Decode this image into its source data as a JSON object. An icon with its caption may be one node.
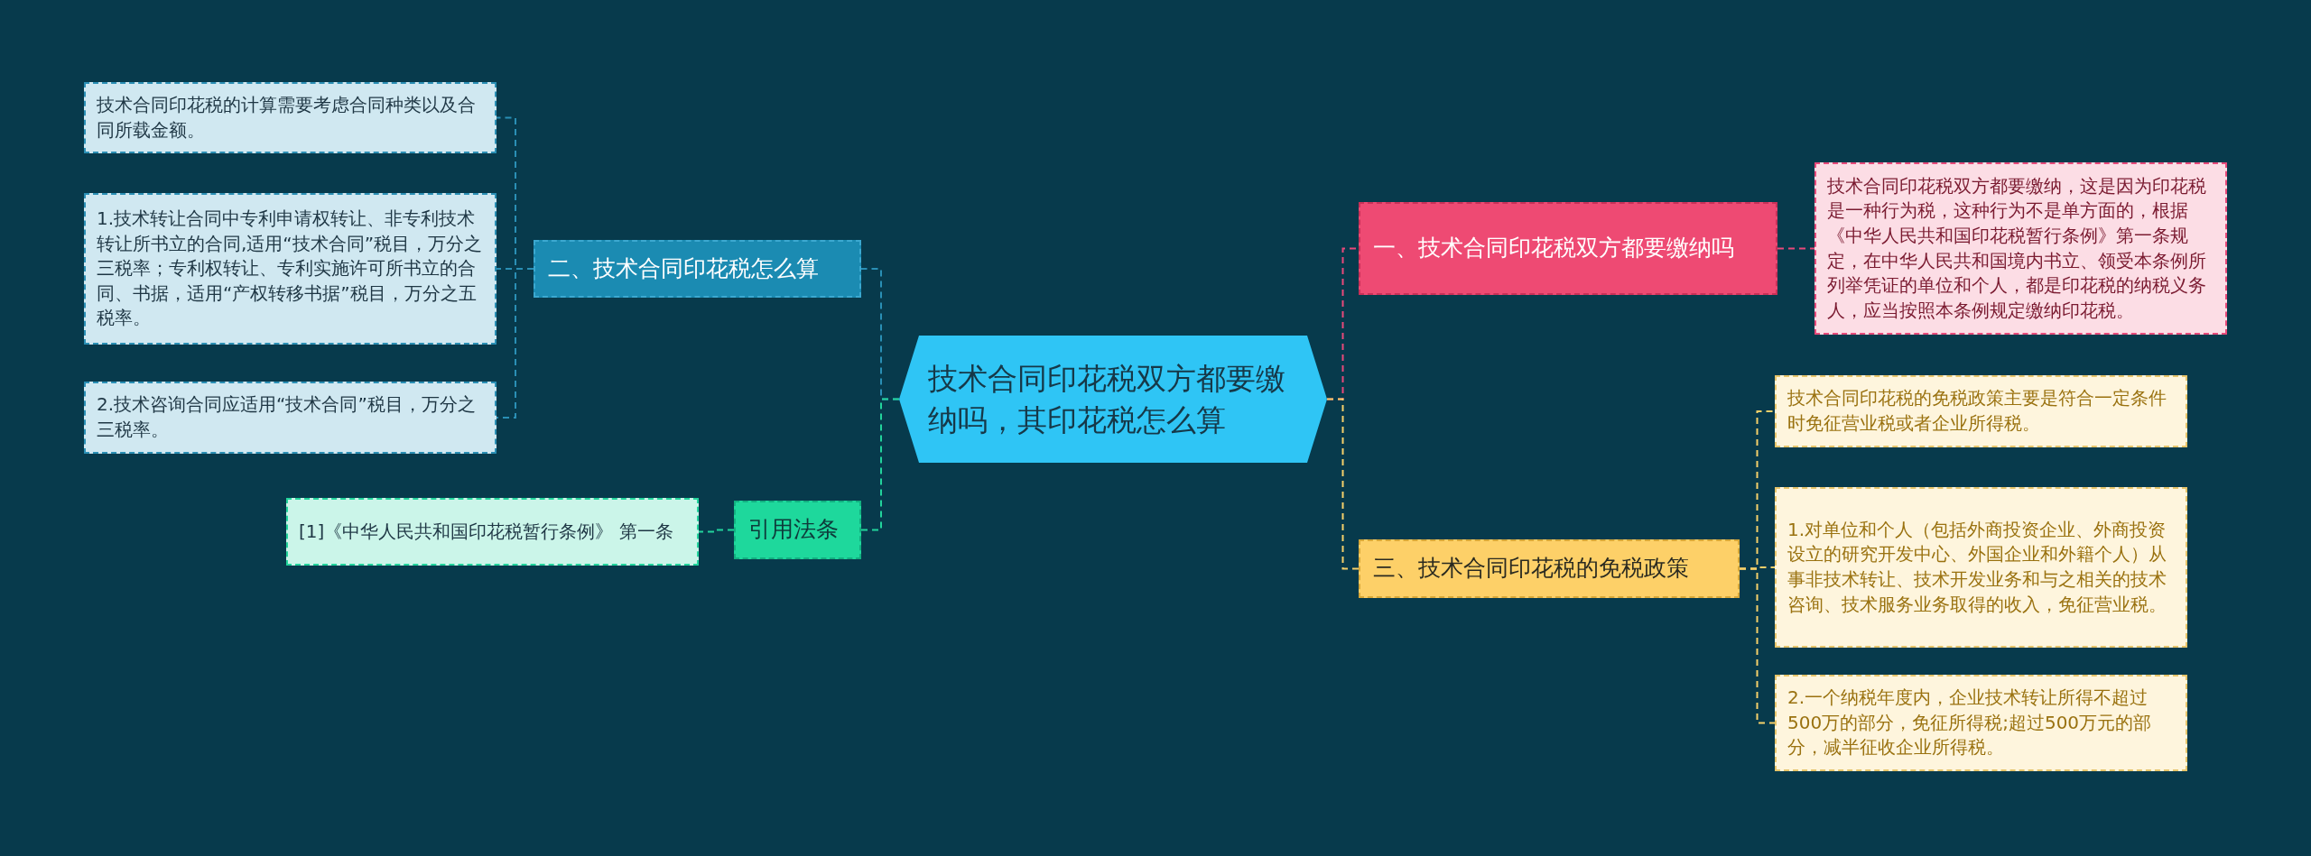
{
  "diagram": {
    "nodes": [
      {
        "text": [
          "技术合同印花税双方都要缴纳吗，其印花税怎么算"
        ]
      },
      {
        "text": [
          "二、技术合同印花税怎么算"
        ]
      },
      {
        "text": [
          "技术合同印花税的计算需要考虑合同种类以及合同所载金额。"
        ]
      },
      {
        "text": [
          "1.技术转让合同中专利申请权转让、非专利技术转让所书立的合同,适用“技术合同”税目，万分之三税率；专利权转让、专利实施许可所书立的合同、书据，适用“产权转移书据”税目，万分之五税率。"
        ]
      },
      {
        "text": [
          "2.技术咨询合同应适用“技术合同”税目，万分之三税率。"
        ]
      },
      {
        "text": [
          "引用法条"
        ]
      },
      {
        "text": [
          "[1]《中华人民共和国印花税暂行条例》 第一条"
        ]
      },
      {
        "text": [
          "一、技术合同印花税双方都要缴纳吗"
        ]
      },
      {
        "text": [
          "技术合同印花税双方都要缴纳，这是因为印花税是一种行为税，这种行为不是单方面的，根据《中华人民共和国印花税暂行条例》第一条规定，在中华人民共和国境内书立、领受本条例所列举凭证的单位和个人，都是印花税的纳税义务人，应当按照本条例规定缴纳印花税。"
        ]
      },
      {
        "text": [
          "三、技术合同印花税的免税政策"
        ]
      },
      {
        "text": [
          "技术合同印花税的免税政策主要是符合一定条件时免征营业税或者企业所得税。"
        ]
      },
      {
        "text": [
          "1.对单位和个人（包括外商投资企业、外商投资设立的研究开发中心、外国企业和外籍个人）从事非技术转让、技术开发业务和与之相关的技术咨询、技术服务业务取得的收入，免征营业税。"
        ]
      },
      {
        "text": [
          "2.一个纳税年度内，企业技术转让所得不超过500万的部分，免征所得税;超过500万元的部分，减半征收企业所得税。"
        ]
      }
    ],
    "edges": [
      {
        "from": 0,
        "to": 1,
        "arrow": "none",
        "style": "dashed",
        "color": "#2a8fb5"
      },
      {
        "from": 1,
        "to": 2,
        "arrow": "none",
        "style": "dashed",
        "color": "#2a8fb5"
      },
      {
        "from": 1,
        "to": 3,
        "arrow": "none",
        "style": "dashed",
        "color": "#2a8fb5"
      },
      {
        "from": 1,
        "to": 4,
        "arrow": "none",
        "style": "dashed",
        "color": "#2a8fb5"
      },
      {
        "from": 0,
        "to": 5,
        "arrow": "none",
        "style": "dashed",
        "color": "#22d49c"
      },
      {
        "from": 5,
        "to": 6,
        "arrow": "none",
        "style": "dashed",
        "color": "#22d49c"
      },
      {
        "from": 0,
        "to": 7,
        "arrow": "none",
        "style": "dashed",
        "color": "#e8497a"
      },
      {
        "from": 7,
        "to": 8,
        "arrow": "none",
        "style": "dashed",
        "color": "#e8497a"
      },
      {
        "from": 0,
        "to": 9,
        "arrow": "none",
        "style": "dashed",
        "color": "#f5d06a"
      },
      {
        "from": 9,
        "to": 10,
        "arrow": "none",
        "style": "dashed",
        "color": "#f5d06a"
      },
      {
        "from": 9,
        "to": 11,
        "arrow": "none",
        "style": "dashed",
        "color": "#f5d06a"
      },
      {
        "from": 9,
        "to": 12,
        "arrow": "none",
        "style": "dashed",
        "color": "#f5d06a"
      }
    ]
  }
}
